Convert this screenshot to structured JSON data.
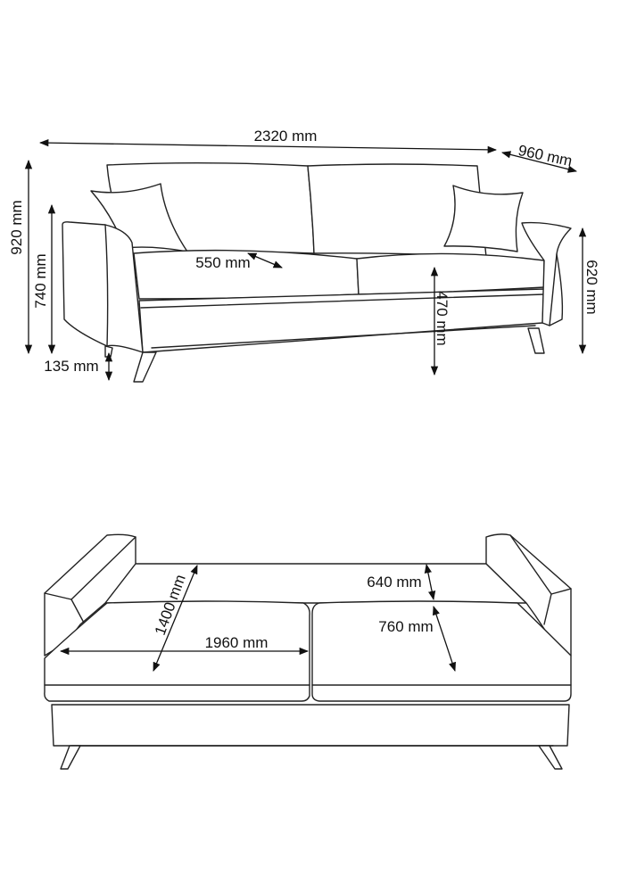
{
  "title": "Sofa dimensions diagram",
  "closed_view": {
    "width": "2320 mm",
    "depth": "960 mm",
    "total_height": "920 mm",
    "armrest_height": "740 mm",
    "leg_height": "135 mm",
    "seat_depth": "550 mm",
    "seat_height": "470 mm",
    "back_side_height": "620 mm"
  },
  "open_view": {
    "bed_length": "1400 mm",
    "bed_width": "1960 mm",
    "back_section": "640 mm",
    "front_section": "760 mm"
  },
  "colors": {
    "line": "#222222",
    "background": "#ffffff"
  }
}
